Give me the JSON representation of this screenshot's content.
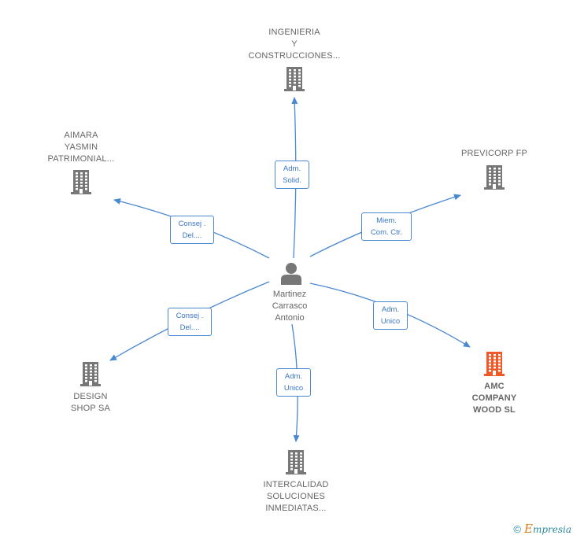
{
  "center": {
    "name": "Martinez\nCarrasco\nAntonio",
    "icon": "person-icon"
  },
  "nodes": [
    {
      "id": "ingenieria",
      "label": "INGENIERIA\nY\nCONSTRUCCIONES...",
      "icon": "building-icon",
      "color": "#777777"
    },
    {
      "id": "aimara",
      "label": "AIMARA\nYASMIN\nPATRIMONIAL...",
      "icon": "building-icon",
      "color": "#777777"
    },
    {
      "id": "previcorp",
      "label": "PREVICORP FP",
      "icon": "building-icon",
      "color": "#777777"
    },
    {
      "id": "design",
      "label": "DESIGN\nSHOP SA",
      "icon": "building-icon",
      "color": "#777777"
    },
    {
      "id": "amc",
      "label": "AMC\nCOMPANY\nWOOD  SL",
      "icon": "building-icon",
      "color": "#f05a28"
    },
    {
      "id": "intercalidad",
      "label": "INTERCALIDAD\nSOLUCIONES\nINMEDIATAS...",
      "icon": "building-icon",
      "color": "#777777"
    }
  ],
  "edges": [
    {
      "target": "ingenieria",
      "label": "Adm.\nSolid."
    },
    {
      "target": "aimara",
      "label": "Consej .\nDel...."
    },
    {
      "target": "previcorp",
      "label": "Miem.\nCom. Ctr."
    },
    {
      "target": "design",
      "label": "Consej .\nDel...."
    },
    {
      "target": "amc",
      "label": "Adm.\nUnico"
    },
    {
      "target": "intercalidad",
      "label": "Adm.\nUnico"
    }
  ],
  "colors": {
    "edge": "#4a88d2",
    "building": "#777777",
    "highlight": "#f05a28"
  },
  "footer": {
    "copyright": "©",
    "brand_initial": "E",
    "brand_rest": "mpresia"
  }
}
